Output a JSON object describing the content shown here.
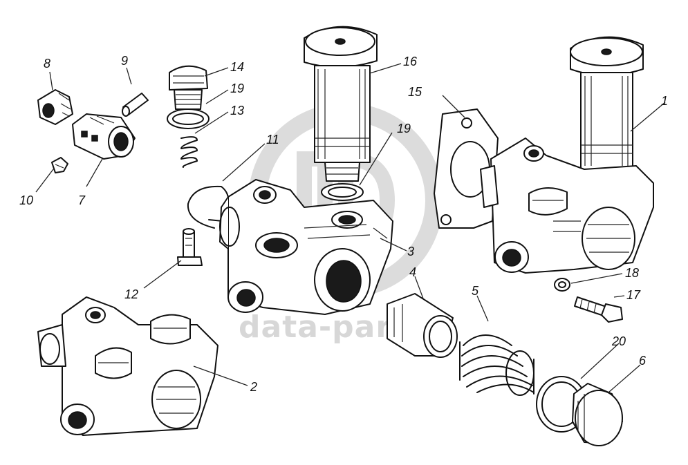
{
  "watermark": {
    "text": "data-parts"
  },
  "callouts": [
    {
      "id": "1",
      "text": "1"
    },
    {
      "id": "2",
      "text": "2"
    },
    {
      "id": "3",
      "text": "3"
    },
    {
      "id": "4",
      "text": "4"
    },
    {
      "id": "5",
      "text": "5"
    },
    {
      "id": "6",
      "text": "6"
    },
    {
      "id": "7",
      "text": "7"
    },
    {
      "id": "8",
      "text": "8"
    },
    {
      "id": "9",
      "text": "9"
    },
    {
      "id": "10",
      "text": "10"
    },
    {
      "id": "11",
      "text": "11"
    },
    {
      "id": "12",
      "text": "12"
    },
    {
      "id": "13",
      "text": "13"
    },
    {
      "id": "14",
      "text": "14"
    },
    {
      "id": "15",
      "text": "15"
    },
    {
      "id": "16",
      "text": "16"
    },
    {
      "id": "17",
      "text": "17"
    },
    {
      "id": "18",
      "text": "18"
    },
    {
      "id": "19a",
      "text": "19"
    },
    {
      "id": "19b",
      "text": "19"
    },
    {
      "id": "20",
      "text": "20"
    }
  ]
}
